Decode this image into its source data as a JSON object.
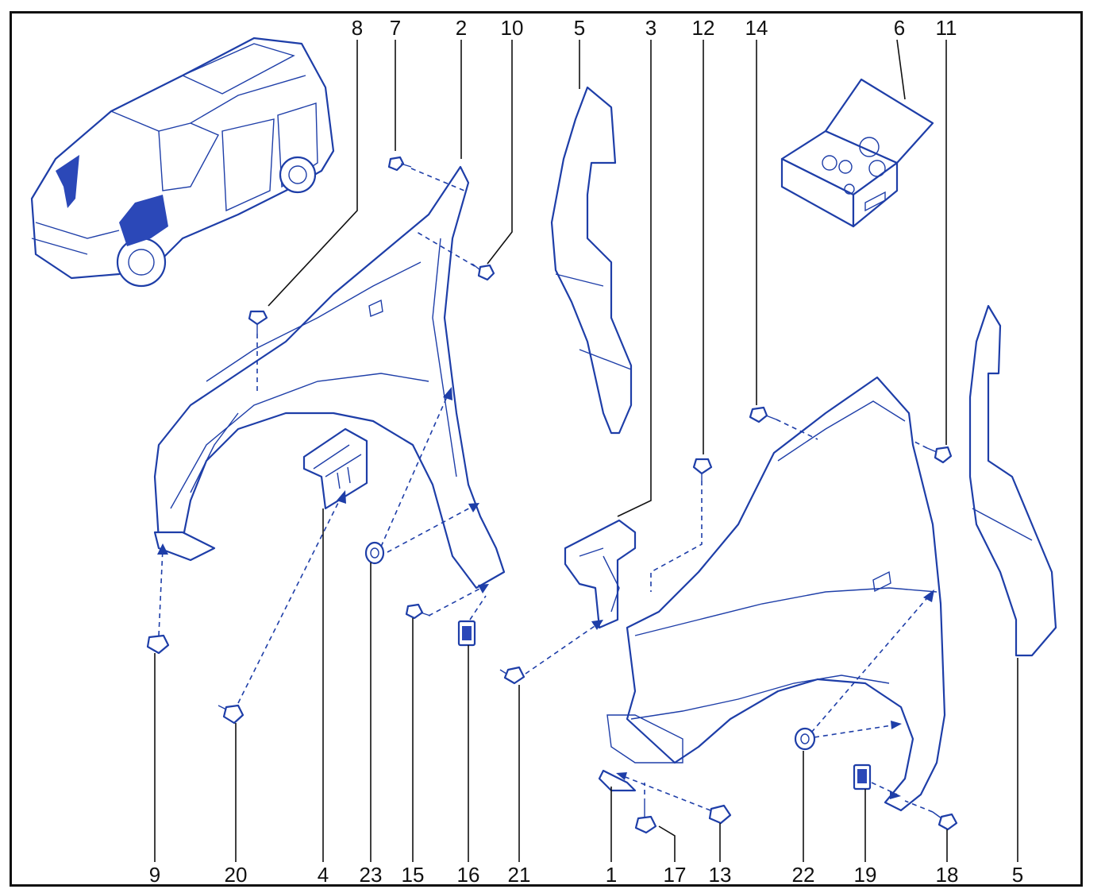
{
  "diagram": {
    "callouts": [
      "8",
      "7",
      "2",
      "10",
      "5",
      "3",
      "12",
      "14",
      "6",
      "11",
      "9",
      "20",
      "4",
      "23",
      "15",
      "16",
      "21",
      "1",
      "17",
      "13",
      "22",
      "19",
      "18",
      "5"
    ]
  },
  "colors": {
    "line": "#1e3ea8",
    "text": "#111111",
    "frame": "#111111"
  }
}
